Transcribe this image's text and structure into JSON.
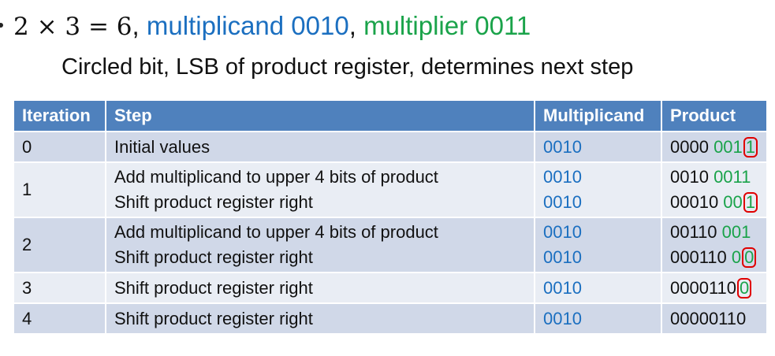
{
  "headline": {
    "equation": "2 × 3 = 6",
    "separator1": ", ",
    "multiplicand_text": "multiplicand 0010",
    "separator2": ", ",
    "multiplier_text": "multiplier 0011"
  },
  "subheading": "Circled bit, LSB of product register, determines next step",
  "colors": {
    "header_bg": "#4f81bd",
    "blue": "#1b6fc0",
    "green": "#1aa34a",
    "circle": "#e00000"
  },
  "table": {
    "headers": [
      "Iteration",
      "Step",
      "Multiplicand",
      "Product"
    ],
    "rows": [
      {
        "iteration": "0",
        "lines": [
          {
            "step": "Initial values",
            "multiplicand": "0010",
            "product_black": "0000 ",
            "product_green": "001",
            "circled": "1"
          }
        ]
      },
      {
        "iteration": "1",
        "lines": [
          {
            "step": "Add multiplicand to upper 4 bits of product",
            "multiplicand": "0010",
            "product_black": "0010 ",
            "product_green": "0011",
            "circled": ""
          },
          {
            "step": "Shift product register right",
            "multiplicand": "0010",
            "product_black": "00010 ",
            "product_green": "00",
            "circled": "1"
          }
        ]
      },
      {
        "iteration": "2",
        "lines": [
          {
            "step": "Add multiplicand to upper 4 bits of product",
            "multiplicand": "0010",
            "product_black": "00110 ",
            "product_green": "001",
            "circled": ""
          },
          {
            "step": "Shift product register right",
            "multiplicand": "0010",
            "product_black": "000110 ",
            "product_green": "0",
            "circled": "0"
          }
        ]
      },
      {
        "iteration": "3",
        "lines": [
          {
            "step": "Shift product register right",
            "multiplicand": "0010",
            "product_black": "0000110",
            "product_green": "",
            "circled": "0"
          }
        ]
      },
      {
        "iteration": "4",
        "lines": [
          {
            "step": "Shift product register right",
            "multiplicand": "0010",
            "product_black": "00000110",
            "product_green": "",
            "circled": ""
          }
        ]
      }
    ]
  }
}
